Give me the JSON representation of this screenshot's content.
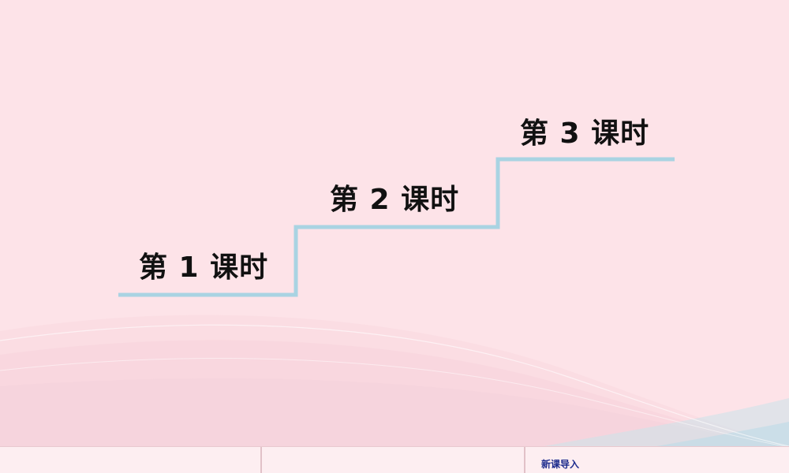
{
  "slide": {
    "lessons": [
      {
        "label": "第 1 课时"
      },
      {
        "label": "第 2 课时"
      },
      {
        "label": "第 3 课时"
      }
    ],
    "stair_color": "#a9d3e2",
    "background_color": "#fde3e8"
  },
  "bottom_bar": {
    "nav_link_label": "新课导入",
    "nav_link_color": "#1b2a8c"
  }
}
